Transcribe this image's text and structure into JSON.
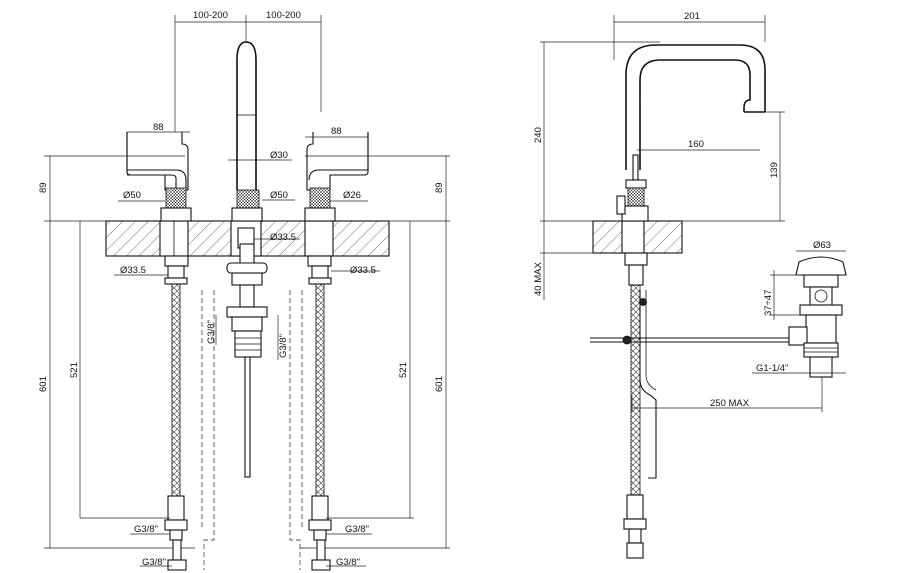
{
  "dims": {
    "d100_200_left": "100-200",
    "d100_200_right": "100-200",
    "d88_left": "88",
    "d88_right": "88",
    "d89_left": "89",
    "d89_right": "89",
    "phi30": "Ø30",
    "phi50_left": "Ø50",
    "phi50_center": "Ø50",
    "phi26": "Ø26",
    "phi33_5_center": "Ø33.5",
    "phi33_5_left": "Ø33.5",
    "phi33_5_right": "Ø33.5",
    "g38_vert_left": "G3/8\"",
    "g38_vert_right": "G3/8\"",
    "d521_left": "521",
    "d521_right": "521",
    "d601_left": "601",
    "d601_right": "601",
    "g38_left_upper": "G3/8\"",
    "g38_right_upper": "G3/8\"",
    "g38_left_lower": "G3/8\"",
    "g38_right_lower": "G3/8\"",
    "d201": "201",
    "d240": "240",
    "d160": "160",
    "d139": "139",
    "d40max": "40 MAX",
    "phi63": "Ø63",
    "d37_47": "37÷47",
    "g1_1_4": "G1-1/4\"",
    "d250max": "250 MAX"
  },
  "colors": {
    "line": "#111111",
    "background": "#ffffff"
  }
}
